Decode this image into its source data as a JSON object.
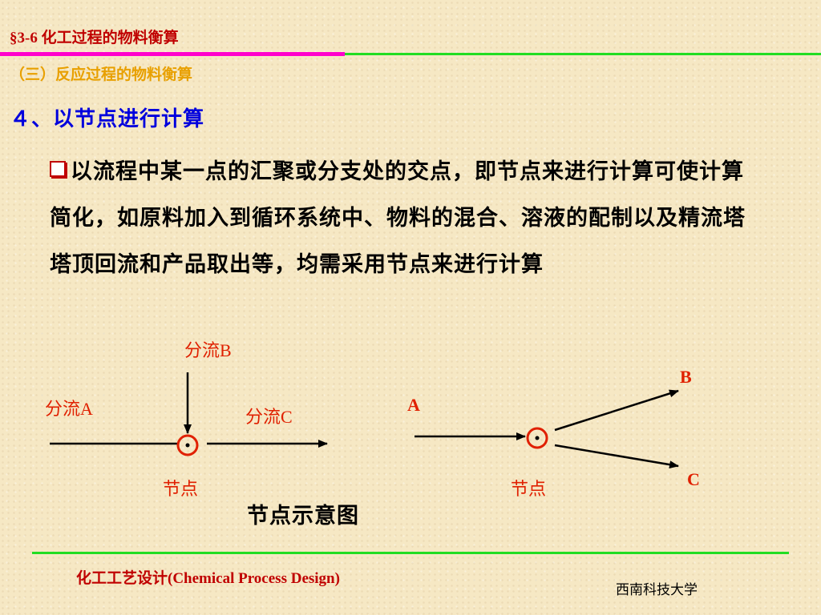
{
  "header": {
    "section_title": "§3-6 化工过程的物料衡算",
    "subsection_title": "（三）反应过程的物料衡算"
  },
  "content": {
    "heading": "４、以节点进行计算",
    "paragraph": "以流程中某一点的汇聚或分支处的交点，即节点来进行计算可使计算简化，如原料加入到循环系统中、物料的混合、溶液的配制以及精流塔塔顶回流和产品取出等，均需采用节点来进行计算",
    "bullet_icon": "checkbox-bullet-icon"
  },
  "diagram": {
    "left": {
      "stream_a": "分流A",
      "stream_b": "分流B",
      "stream_c": "分流C",
      "node_label": "节点"
    },
    "right": {
      "stream_a": "A",
      "stream_b": "B",
      "stream_c": "C",
      "node_label": "节点"
    },
    "caption": "节点示意图",
    "colors": {
      "node": "#e02000",
      "arrow": "#000000",
      "label": "#e02000"
    }
  },
  "footer": {
    "course": "化工工艺设计(Chemical Process Design)",
    "university": "西南科技大学"
  }
}
